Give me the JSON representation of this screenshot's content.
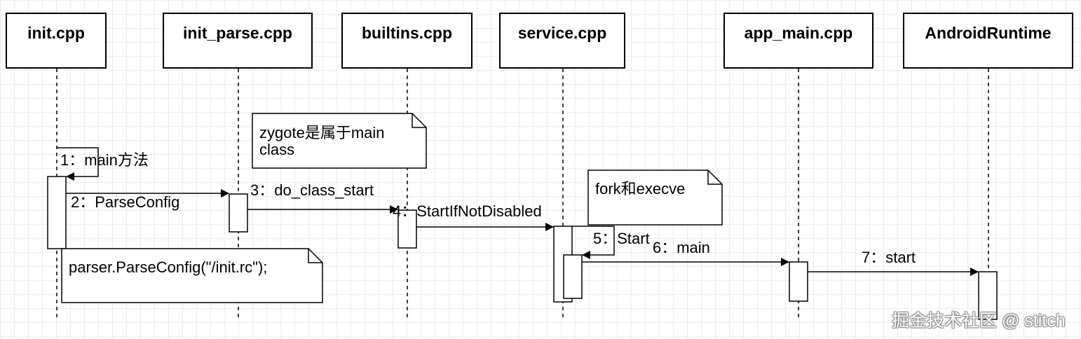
{
  "participants": [
    {
      "id": "init",
      "label": "init.cpp"
    },
    {
      "id": "init_parse",
      "label": "init_parse.cpp"
    },
    {
      "id": "builtins",
      "label": "builtins.cpp"
    },
    {
      "id": "service",
      "label": "service.cpp"
    },
    {
      "id": "app_main",
      "label": "app_main.cpp"
    },
    {
      "id": "runtime",
      "label": "AndroidRuntime"
    }
  ],
  "messages": [
    {
      "id": "m1",
      "label": "1：main方法"
    },
    {
      "id": "m2",
      "label": "2：ParseConfig"
    },
    {
      "id": "m3",
      "label": "3：do_class_start"
    },
    {
      "id": "m4",
      "label": "4：StartIfNotDisabled"
    },
    {
      "id": "m5",
      "label": "5：Start"
    },
    {
      "id": "m6",
      "label": "6：main"
    },
    {
      "id": "m7",
      "label": "7：start"
    }
  ],
  "notes": [
    {
      "id": "n1",
      "lines": [
        "zygote是属于main",
        "class"
      ]
    },
    {
      "id": "n2",
      "lines": [
        "fork和execve"
      ]
    },
    {
      "id": "n3",
      "lines": [
        "parser.ParseConfig(\"/init.rc\");"
      ]
    }
  ],
  "watermark": "掘金技术社区 @ stitch"
}
